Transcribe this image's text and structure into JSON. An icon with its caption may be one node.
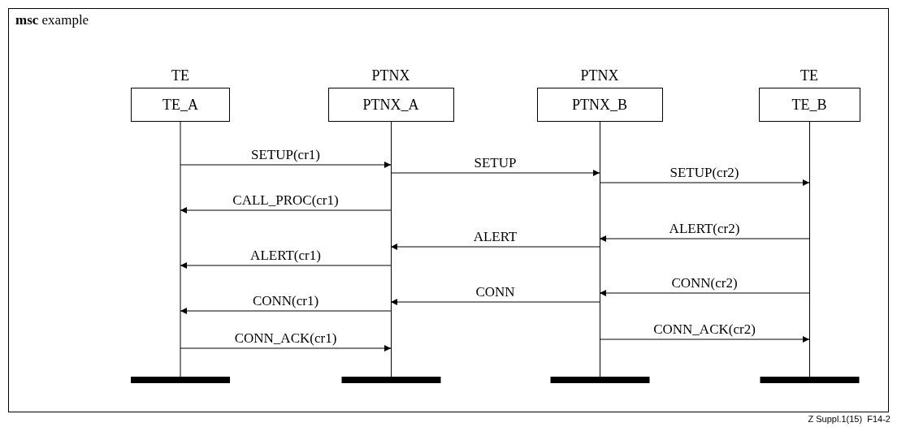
{
  "diagram": {
    "title": "**msc** example",
    "nodes": [
      {
        "text": [],
        "shape": "box"
      },
      {
        "text": [
          "TE",
          "TE_A"
        ],
        "in": 0
      },
      {
        "text": [
          "PTNX",
          "PTNX_A"
        ],
        "in": 0
      },
      {
        "text": [
          "PTNX",
          "PTNX_B"
        ],
        "in": 0
      },
      {
        "text": [
          "TE",
          "TE_B"
        ],
        "in": 0
      }
    ],
    "edges": [
      {
        "from": 1,
        "to": 2,
        "arrow": "to",
        "label": "SETUP(cr1)"
      },
      {
        "from": 2,
        "to": 3,
        "arrow": "to",
        "label": "SETUP"
      },
      {
        "from": 3,
        "to": 4,
        "arrow": "to",
        "label": "SETUP(cr2)"
      },
      {
        "from": 2,
        "to": 1,
        "arrow": "to",
        "label": "CALL_PROC(cr1)"
      },
      {
        "from": 4,
        "to": 3,
        "arrow": "to",
        "label": "ALERT(cr2)"
      },
      {
        "from": 3,
        "to": 2,
        "arrow": "to",
        "label": "ALERT"
      },
      {
        "from": 2,
        "to": 1,
        "arrow": "to",
        "label": "ALERT(cr1)"
      },
      {
        "from": 4,
        "to": 3,
        "arrow": "to",
        "label": "CONN(cr2)"
      },
      {
        "from": 3,
        "to": 2,
        "arrow": "to",
        "label": "CONN"
      },
      {
        "from": 2,
        "to": 1,
        "arrow": "to",
        "label": "CONN(cr1)"
      },
      {
        "from": 3,
        "to": 4,
        "arrow": "to",
        "label": "CONN_ACK(cr2)"
      },
      {
        "from": 1,
        "to": 2,
        "arrow": "to",
        "label": "CONN_ACK(cr1)"
      }
    ],
    "labels": [
      "Z Suppl.1(15)  F14-2"
    ]
  }
}
